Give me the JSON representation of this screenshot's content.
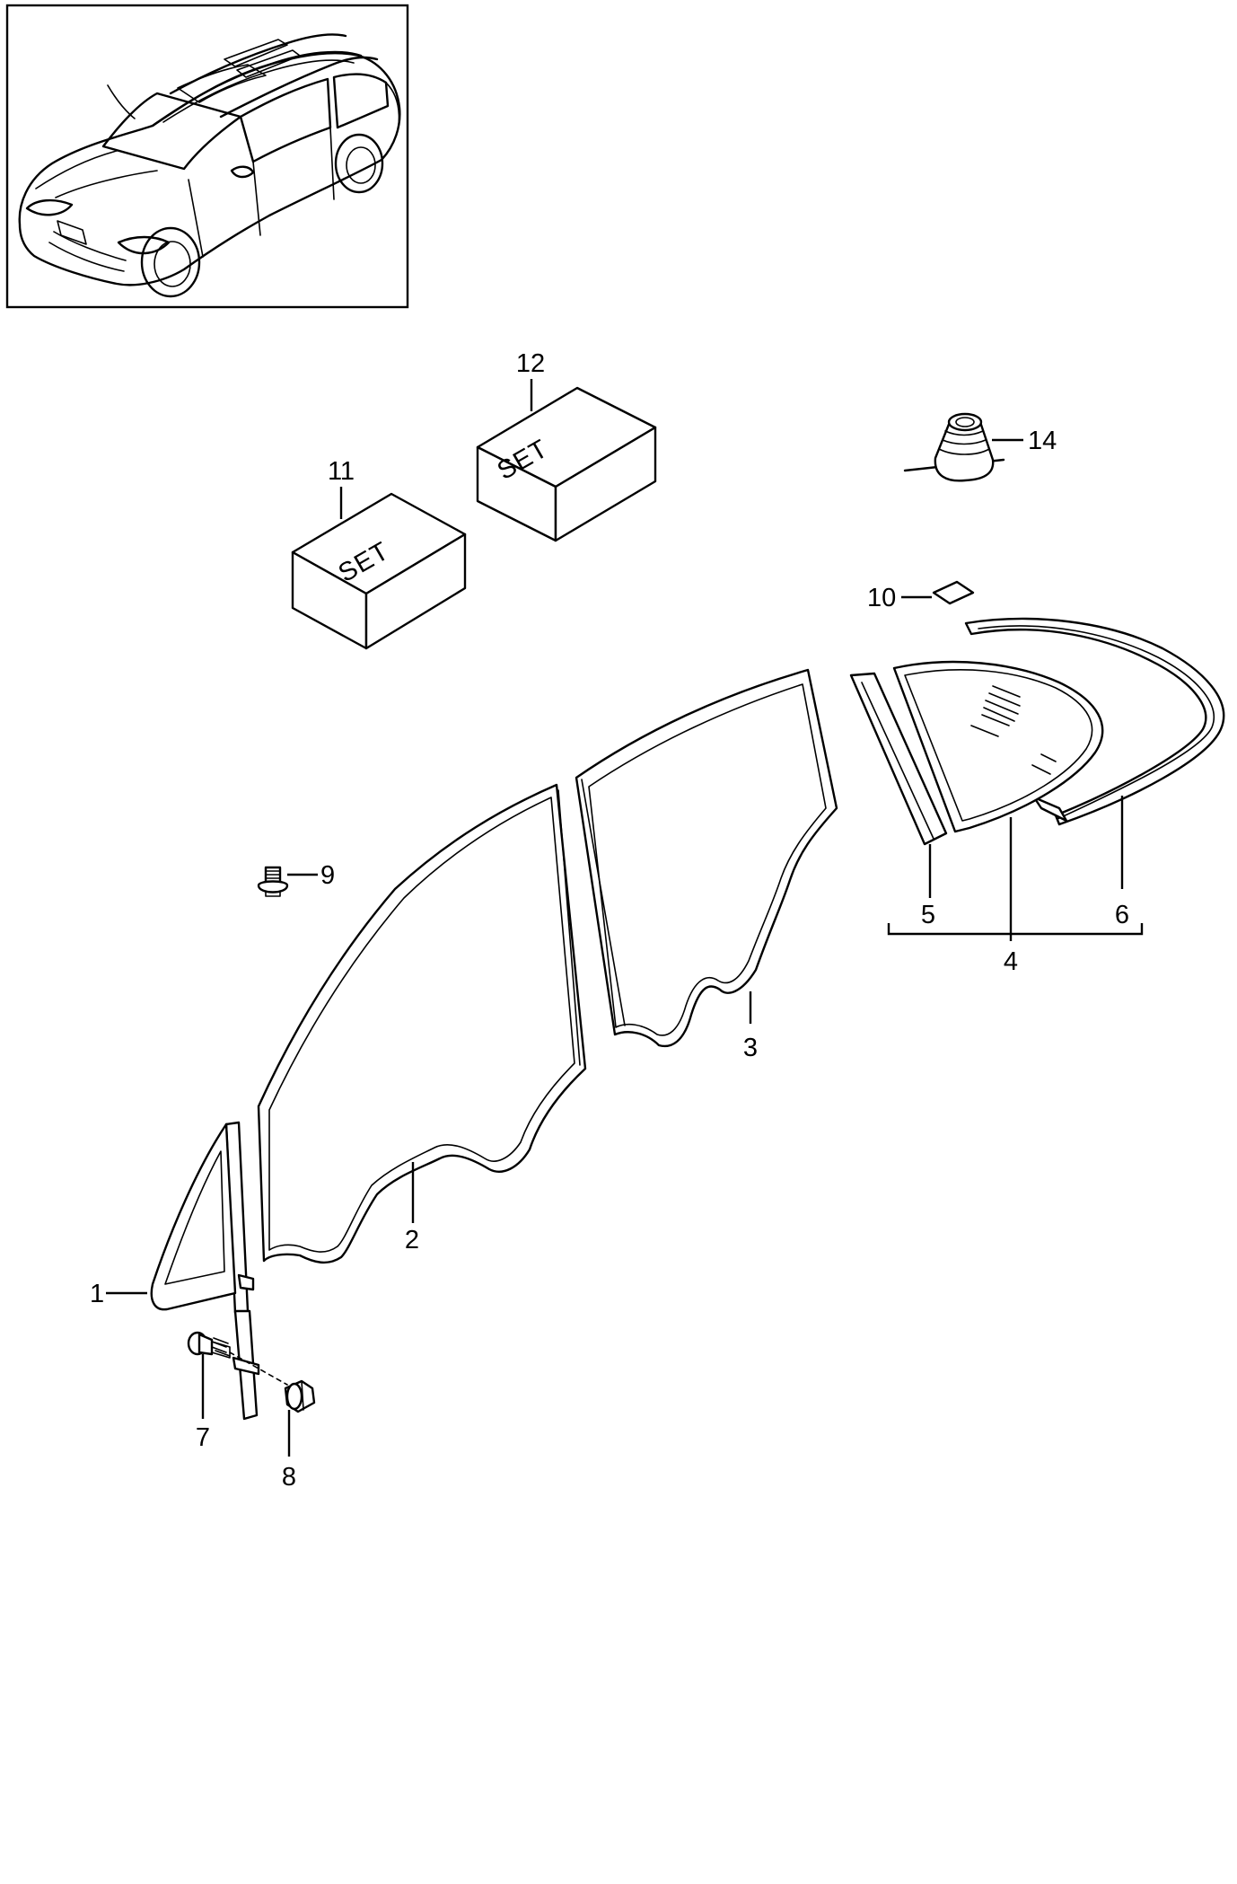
{
  "set_label": "SET",
  "callouts": {
    "c1": "1",
    "c2": "2",
    "c3": "3",
    "c4": "4",
    "c5": "5",
    "c6": "6",
    "c7": "7",
    "c8": "8",
    "c9": "9",
    "c10": "10",
    "c11": "11",
    "c12": "12",
    "c14": "14"
  }
}
